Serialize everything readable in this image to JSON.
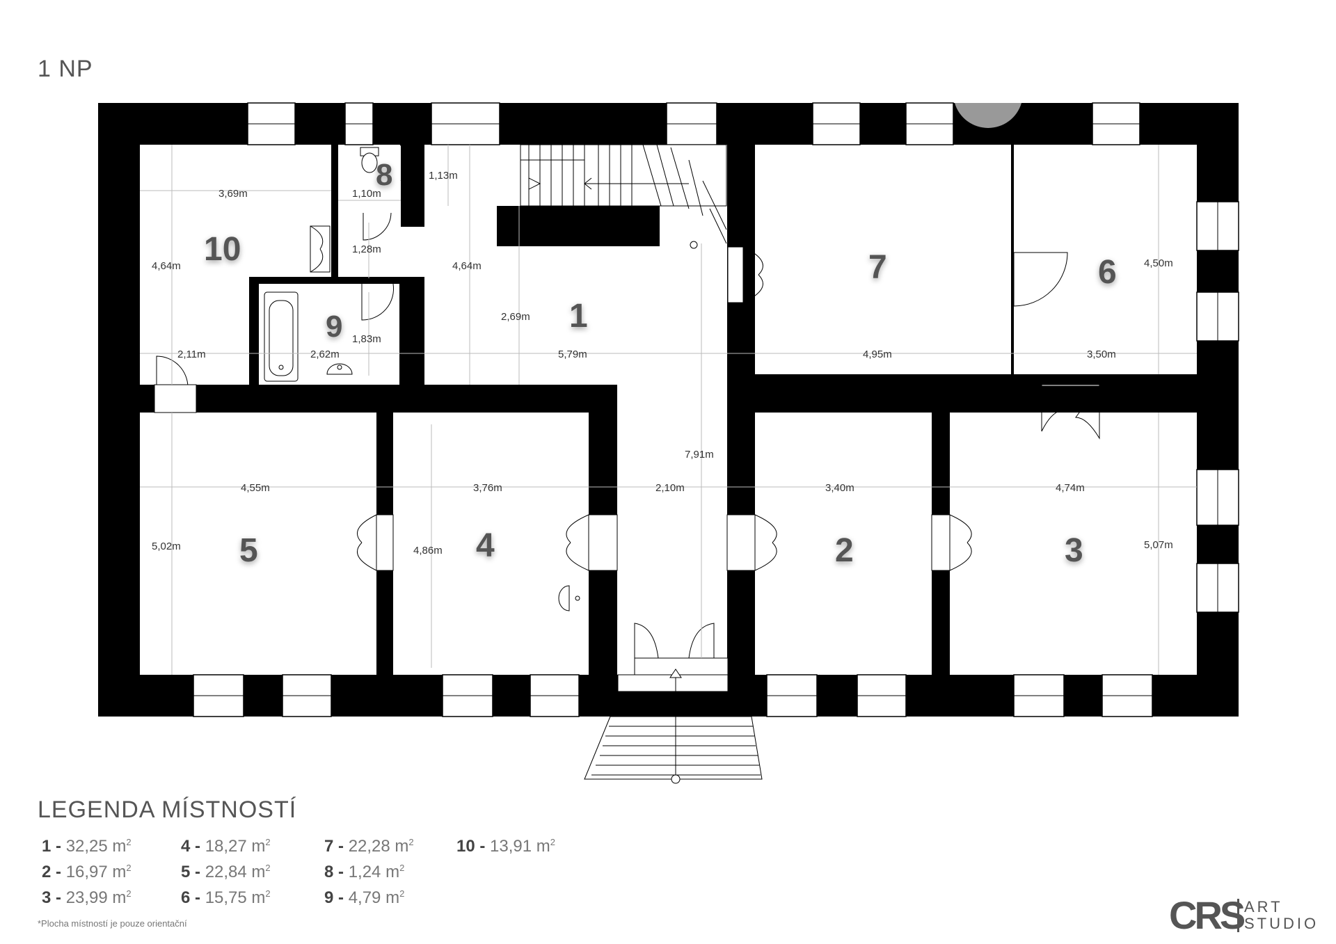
{
  "title": "1 NP",
  "rooms": [
    {
      "num": "1"
    },
    {
      "num": "2"
    },
    {
      "num": "3"
    },
    {
      "num": "4"
    },
    {
      "num": "5"
    },
    {
      "num": "6"
    },
    {
      "num": "7"
    },
    {
      "num": "8"
    },
    {
      "num": "9"
    },
    {
      "num": "10"
    }
  ],
  "dimensions": [
    "3,69m",
    "1,10m",
    "1,13m",
    "4,64m",
    "1,28m",
    "4,64m",
    "2,69m",
    "1,83m",
    "2,11m",
    "2,62m",
    "5,79m",
    "4,95m",
    "3,50m",
    "4,50m",
    "7,91m",
    "4,55m",
    "3,76m",
    "2,10m",
    "3,40m",
    "4,74m",
    "5,02m",
    "4,86m",
    "5,07m"
  ],
  "legend": {
    "title": "LEGENDA MÍSTNOSTÍ",
    "unit": "m",
    "unit_sup": "2",
    "items": [
      {
        "num": "1 -",
        "area": "32,25"
      },
      {
        "num": "2 -",
        "area": "16,97"
      },
      {
        "num": "3 -",
        "area": "23,99"
      },
      {
        "num": "4 -",
        "area": "18,27"
      },
      {
        "num": "5 -",
        "area": "22,84"
      },
      {
        "num": "6 -",
        "area": "15,75"
      },
      {
        "num": "7 -",
        "area": "22,28"
      },
      {
        "num": "8 -",
        "area": "1,24"
      },
      {
        "num": "9 -",
        "area": "4,79"
      },
      {
        "num": "10 -",
        "area": "13,91"
      }
    ]
  },
  "note": "*Plocha místností je pouze orientační",
  "logo": {
    "mark": "CRS",
    "line1": "ART",
    "line2": "STUDIO"
  }
}
